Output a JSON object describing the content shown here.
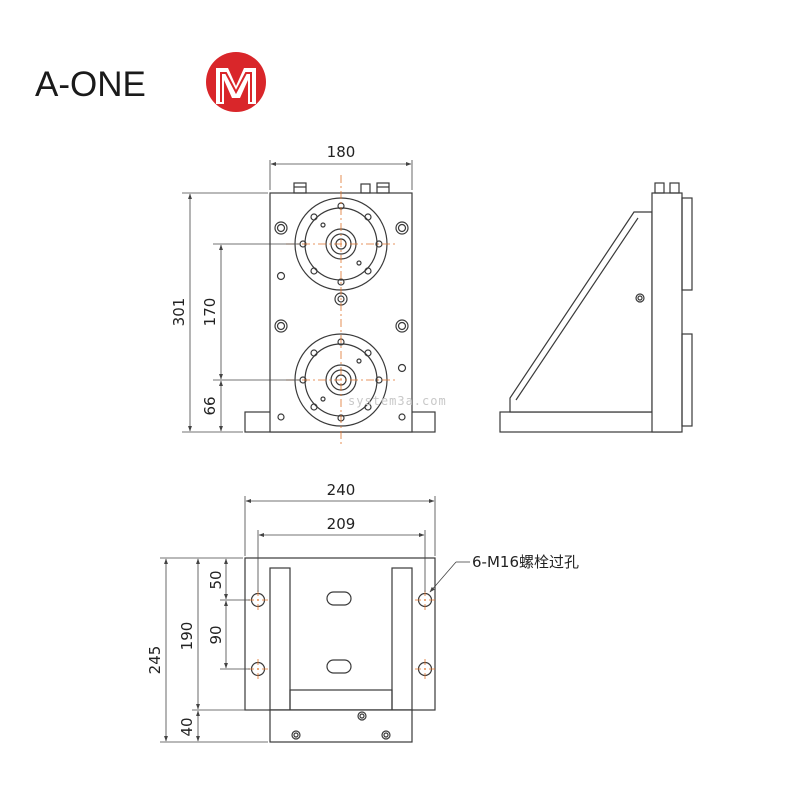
{
  "brand": {
    "name": "A-ONE",
    "logo_letter": "M",
    "logo_color": "#d9262a"
  },
  "watermark": "system3a.com",
  "colors": {
    "line": "#3a3a3a",
    "dim_line": "#444444",
    "centerline": "#e0742c"
  },
  "front_view": {
    "width_dim": "180",
    "height_dim": "301",
    "spacing_dim": "170",
    "bottom_dim": "66"
  },
  "top_view": {
    "outer_width_dim": "240",
    "hole_span_dim": "209",
    "height_dim": "245",
    "mid_dim": "190",
    "upper_dim": "50",
    "hole_pitch_dim": "90",
    "bottom_dim": "40",
    "callout": "6-M16螺栓过孔"
  }
}
